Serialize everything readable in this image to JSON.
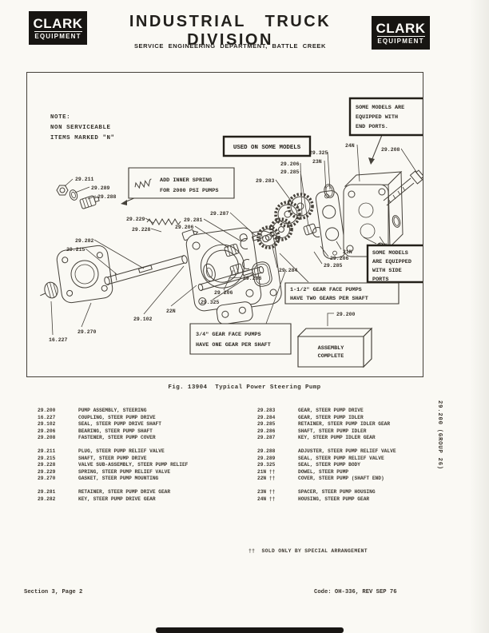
{
  "header": {
    "logo": {
      "name": "CLARK",
      "sub": "EQUIPMENT"
    },
    "title": "INDUSTRIAL TRUCK DIVISION",
    "subtitle": "SERVICE ENGINEERING DEPARTMENT, BATTLE CREEK"
  },
  "figure": {
    "note": [
      "NOTE:",
      "NON SERVICEABLE",
      "ITEMS MARKED \"N\""
    ],
    "callouts": {
      "inner_spring": [
        "ADD INNER SPRING",
        "FOR 2000 PSI PUMPS"
      ],
      "used_models": "USED ON SOME MODELS",
      "end_ports": [
        "SOME MODELS ARE",
        "EQUIPPED WITH",
        "END PORTS."
      ],
      "side_ports": [
        "SOME MODELS",
        "ARE EQUIPPED",
        "WITH SIDE",
        "PORTS"
      ],
      "pump_15": [
        "1-1/2\" GEAR FACE PUMPS",
        "HAVE TWO GEARS PER SHAFT"
      ],
      "pump_34": [
        "3/4\" GEAR FACE PUMPS",
        "HAVE ONE GEAR PER SHAFT"
      ],
      "assembly": [
        "ASSEMBLY",
        "COMPLETE"
      ]
    },
    "labels": [
      "29.211",
      "29.289",
      "29.288",
      "29.229",
      "29.228",
      "29.282",
      "29.215",
      "29.281",
      "29.206",
      "29.287",
      "29.283",
      "29.206",
      "29.285",
      "29.325",
      "23N",
      "24N",
      "29.208",
      "21N",
      "21N",
      "29.206",
      "29.285",
      "29.284",
      "29.286",
      "29.206",
      "29.325",
      "22N",
      "29.102",
      "29.270",
      "16.227",
      "29.200"
    ],
    "caption": "Fig. 13904  Typical Power Steering Pump"
  },
  "parts": {
    "left": [
      [
        {
          "n": "29.200",
          "d": "PUMP ASSEMBLY, STEERING"
        },
        {
          "n": "16.227",
          "d": "COUPLING, STEER PUMP DRIVE"
        },
        {
          "n": "29.102",
          "d": "SEAL, STEER PUMP DRIVE SHAFT"
        },
        {
          "n": "29.206",
          "d": "BEARING, STEER PUMP SHAFT"
        },
        {
          "n": "29.208",
          "d": "FASTENER, STEER PUMP COVER"
        }
      ],
      [
        {
          "n": "29.211",
          "d": "PLUG, STEER PUMP RELIEF VALVE"
        },
        {
          "n": "29.215",
          "d": "SHAFT, STEER PUMP DRIVE"
        },
        {
          "n": "29.228",
          "d": "VALVE SUB-ASSEMBLY, STEER PUMP RELIEF"
        },
        {
          "n": "29.229",
          "d": "SPRING, STEER PUMP RELIEF VALVE"
        },
        {
          "n": "29.270",
          "d": "GASKET, STEER PUMP MOUNTING"
        }
      ],
      [
        {
          "n": "29.281",
          "d": "RETAINER, STEER PUMP DRIVE GEAR"
        },
        {
          "n": "29.282",
          "d": "KEY, STEER PUMP DRIVE GEAR"
        }
      ]
    ],
    "right": [
      [
        {
          "n": "29.283",
          "d": "GEAR, STEER PUMP DRIVE"
        },
        {
          "n": "29.284",
          "d": "GEAR, STEER PUMP IDLER"
        },
        {
          "n": "29.285",
          "d": "RETAINER, STEER PUMP IDLER GEAR"
        },
        {
          "n": "29.286",
          "d": "SHAFT, STEER PUMP IDLER"
        },
        {
          "n": "29.287",
          "d": "KEY, STEER PUMP IDLER GEAR"
        }
      ],
      [
        {
          "n": "29.288",
          "d": "ADJUSTER, STEER PUMP RELIEF VALVE"
        },
        {
          "n": "29.289",
          "d": "SEAL, STEER PUMP RELIEF VALVE"
        },
        {
          "n": "29.325",
          "d": "SEAL, STEER PUMP BODY"
        },
        {
          "n": "21N ††",
          "d": "DOWEL, STEER PUMP"
        },
        {
          "n": "22N ††",
          "d": "COVER, STEER PUMP (SHAFT END)"
        }
      ],
      [
        {
          "n": "23N ††",
          "d": "SPACER, STEER PUMP HOUSING"
        },
        {
          "n": "24N ††",
          "d": "HOUSING, STEER PUMP GEAR"
        }
      ]
    ]
  },
  "sidebar": {
    "vertical_label": "29.200 (GROUP 26)"
  },
  "footnote": "††  SOLD ONLY BY SPECIAL ARRANGEMENT",
  "footer": {
    "left": "Section 3, Page 2",
    "right": "Code: OH-336, REV SEP 76"
  }
}
